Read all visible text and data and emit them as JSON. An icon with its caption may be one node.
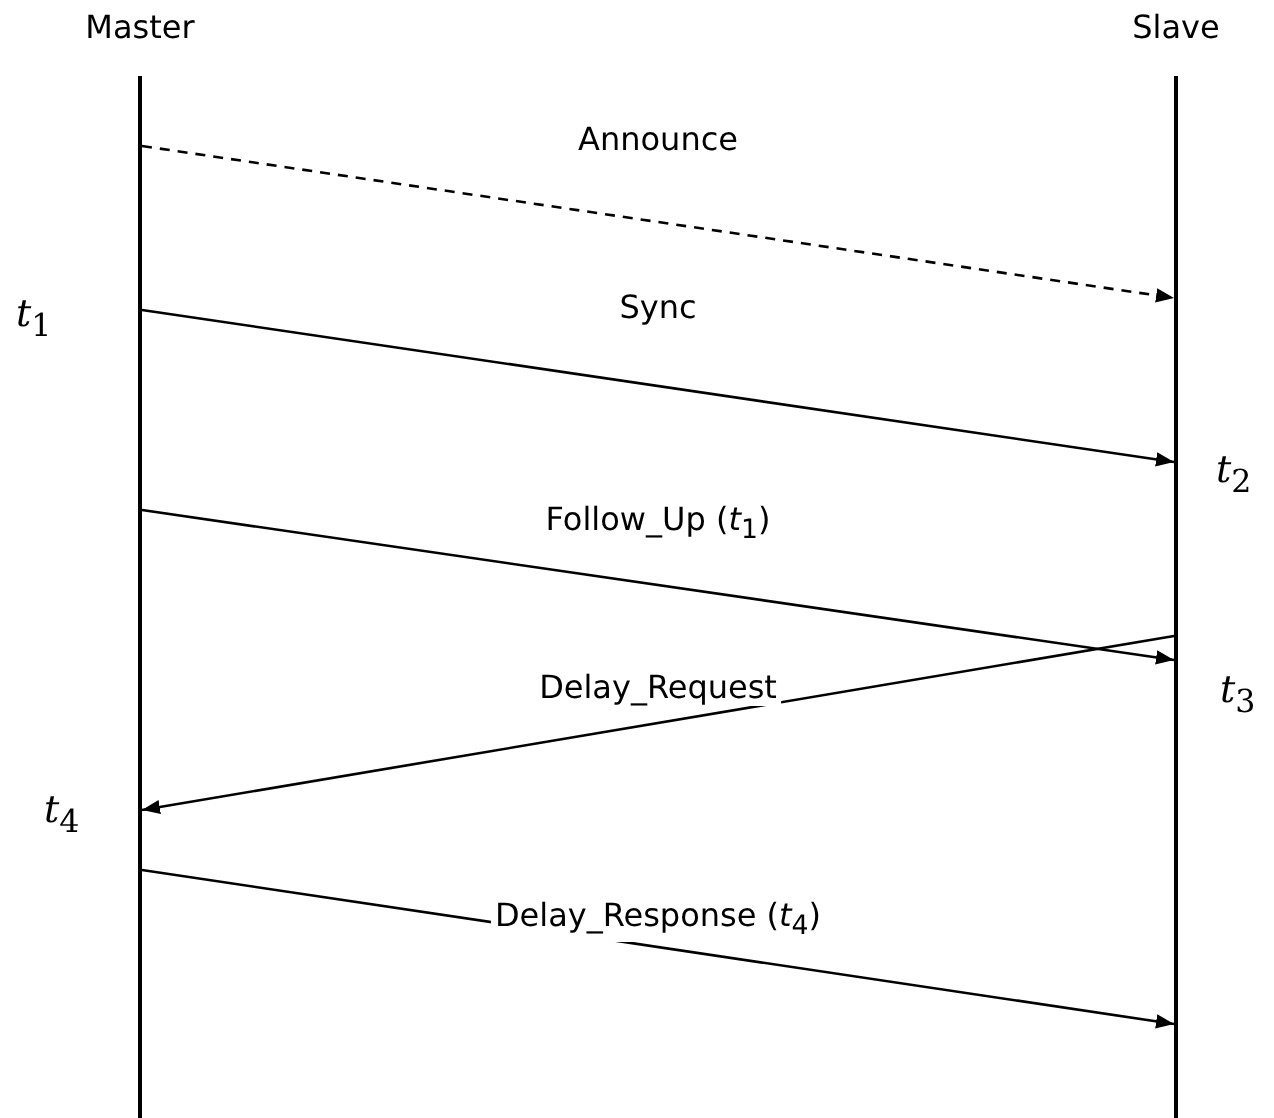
{
  "diagram": {
    "nodes": [
      {
        "text": [
          "Master"
        ]
      },
      {
        "text": [
          "Slave"
        ]
      }
    ],
    "edges": [
      {
        "from": 0,
        "to": 1,
        "arrow": "to",
        "label": "Announce",
        "style": "dashed"
      },
      {
        "from": 0,
        "to": 1,
        "arrow": "to",
        "label": "Sync"
      },
      {
        "from": 0,
        "to": 1,
        "arrow": "to",
        "label": "Follow_Up (*t*$_{1}$)"
      },
      {
        "from": 1,
        "to": 0,
        "arrow": "to",
        "label": "Delay_Request"
      },
      {
        "from": 0,
        "to": 1,
        "arrow": "to",
        "label": "Delay_Response (*t*$_{4}$)"
      }
    ],
    "labels": [
      "*t*$_{1}$",
      "*t*$_{2}$",
      "*t*$_{3}$",
      "*t*$_{4}$"
    ]
  }
}
